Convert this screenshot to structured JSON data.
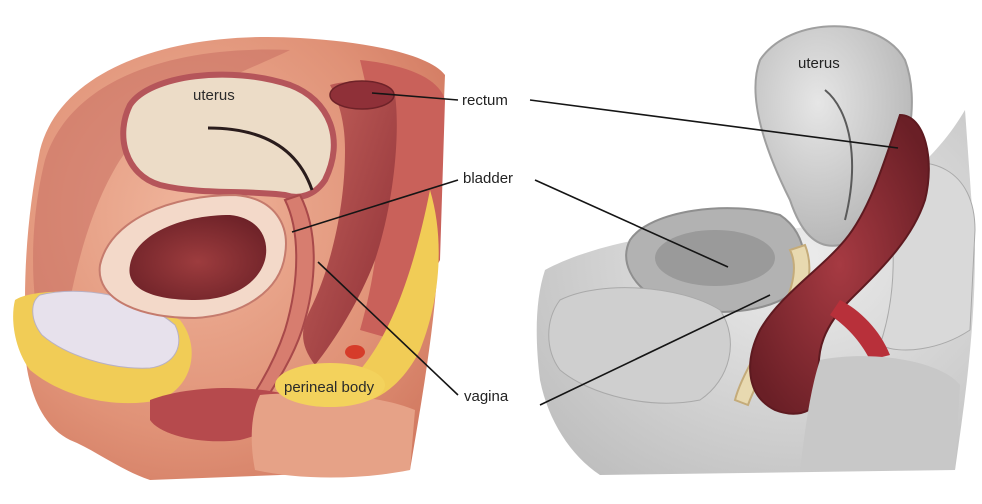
{
  "left_figure": {
    "labels": {
      "uterus": "uterus",
      "perineal_body": "perineal body"
    }
  },
  "center_labels": {
    "rectum": "rectum",
    "bladder": "bladder",
    "vagina": "vagina"
  },
  "right_figure": {
    "labels": {
      "uterus": "uterus"
    }
  },
  "colors": {
    "skin": "#e39a7e",
    "muscle": "#b8524f",
    "muscle_dark": "#8c2d33",
    "organ_beige": "#ecdcc7",
    "fat_yellow": "#f1cc56",
    "grey_body": "#cfcfcf",
    "grey_organ": "#bdbdbd",
    "line": "#151515"
  }
}
